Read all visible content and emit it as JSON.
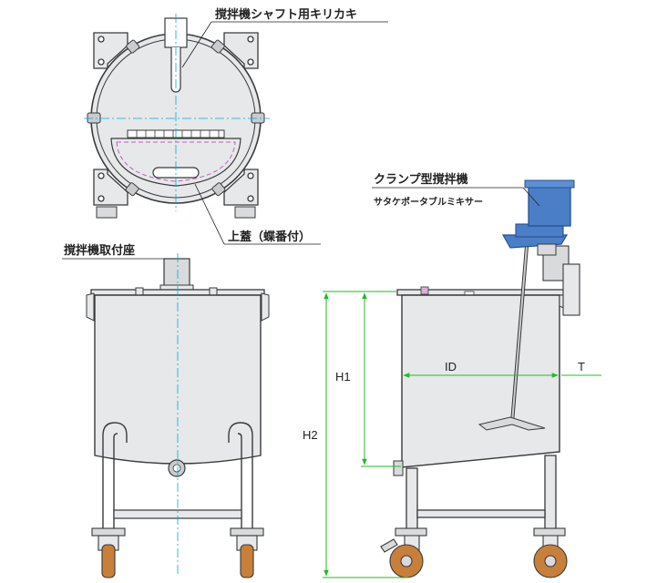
{
  "labels": {
    "shaft_notch": "撹拌機シャフト用キリカキ",
    "lid": "上蓋（蝶番付）",
    "mount_seat": "撹拌機取付座",
    "clamp_mixer": "クランプ型撹拌機",
    "mixer_sub": "サタケポータブルミキサー"
  },
  "dimensions": {
    "h1": "H1",
    "h2": "H2",
    "id": "ID",
    "t": "T"
  },
  "colors": {
    "tank_fill": "#e6e8ea",
    "tank_stroke": "#3a3a3a",
    "centerline": "#00aadd",
    "dimension": "#22bb22",
    "motor": "#4a7fc8",
    "wheel": "#c87f3a",
    "gasket": "#c060c0"
  }
}
